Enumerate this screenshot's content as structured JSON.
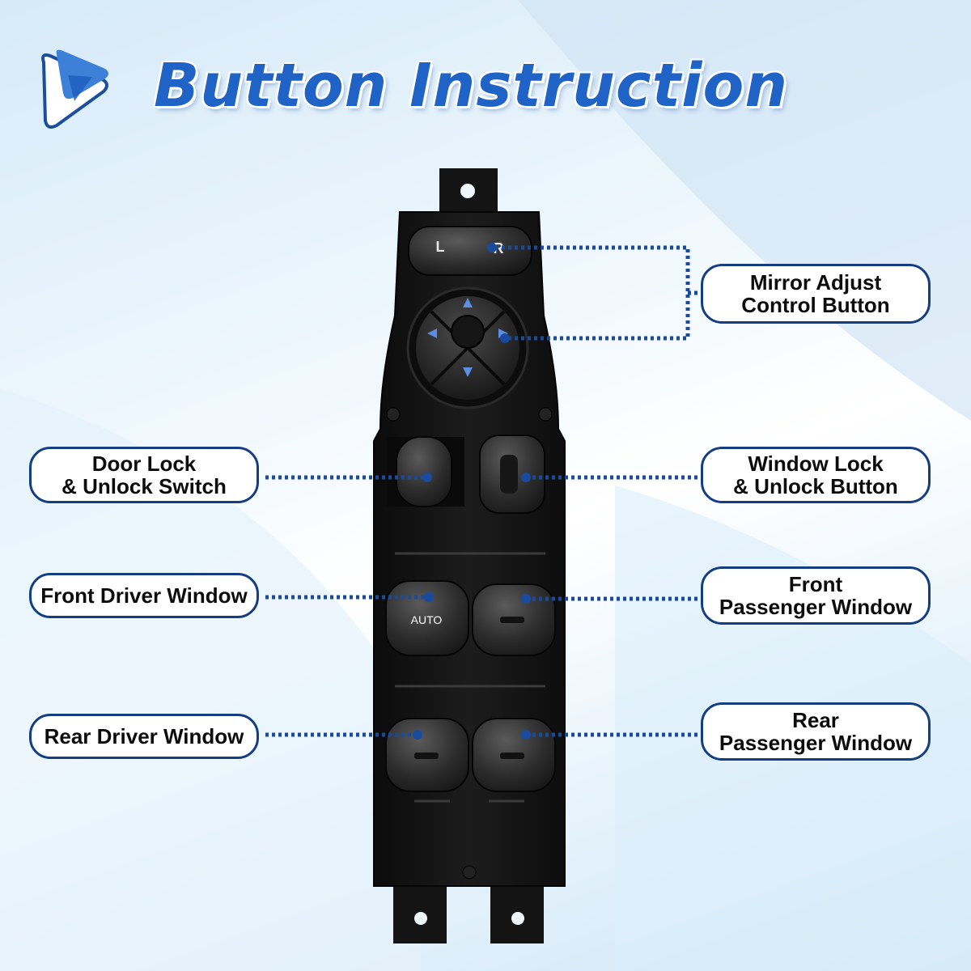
{
  "header": {
    "title": "Button Instruction",
    "logo_icon": "play-logo-icon"
  },
  "switch_panel": {
    "mirror_selector": {
      "left_label": "L",
      "right_label": "R"
    },
    "front_driver_button_label": "AUTO"
  },
  "callouts": {
    "mirror_adjust": "Mirror Adjust\nControl Button",
    "door_lock": "Door Lock\n& Unlock Switch",
    "window_lock": "Window Lock\n& Unlock Button",
    "front_driver": "Front Driver Window",
    "front_passenger": "Front\nPassenger Window",
    "rear_driver": "Rear Driver Window",
    "rear_passenger": "Rear\nPassenger Window"
  },
  "colors": {
    "title": "#1f63c6",
    "callout_border": "#153e82",
    "leader_line": "#1a4a9c",
    "switch_body": "#141414",
    "arrow_accent": "#5c8de0"
  }
}
